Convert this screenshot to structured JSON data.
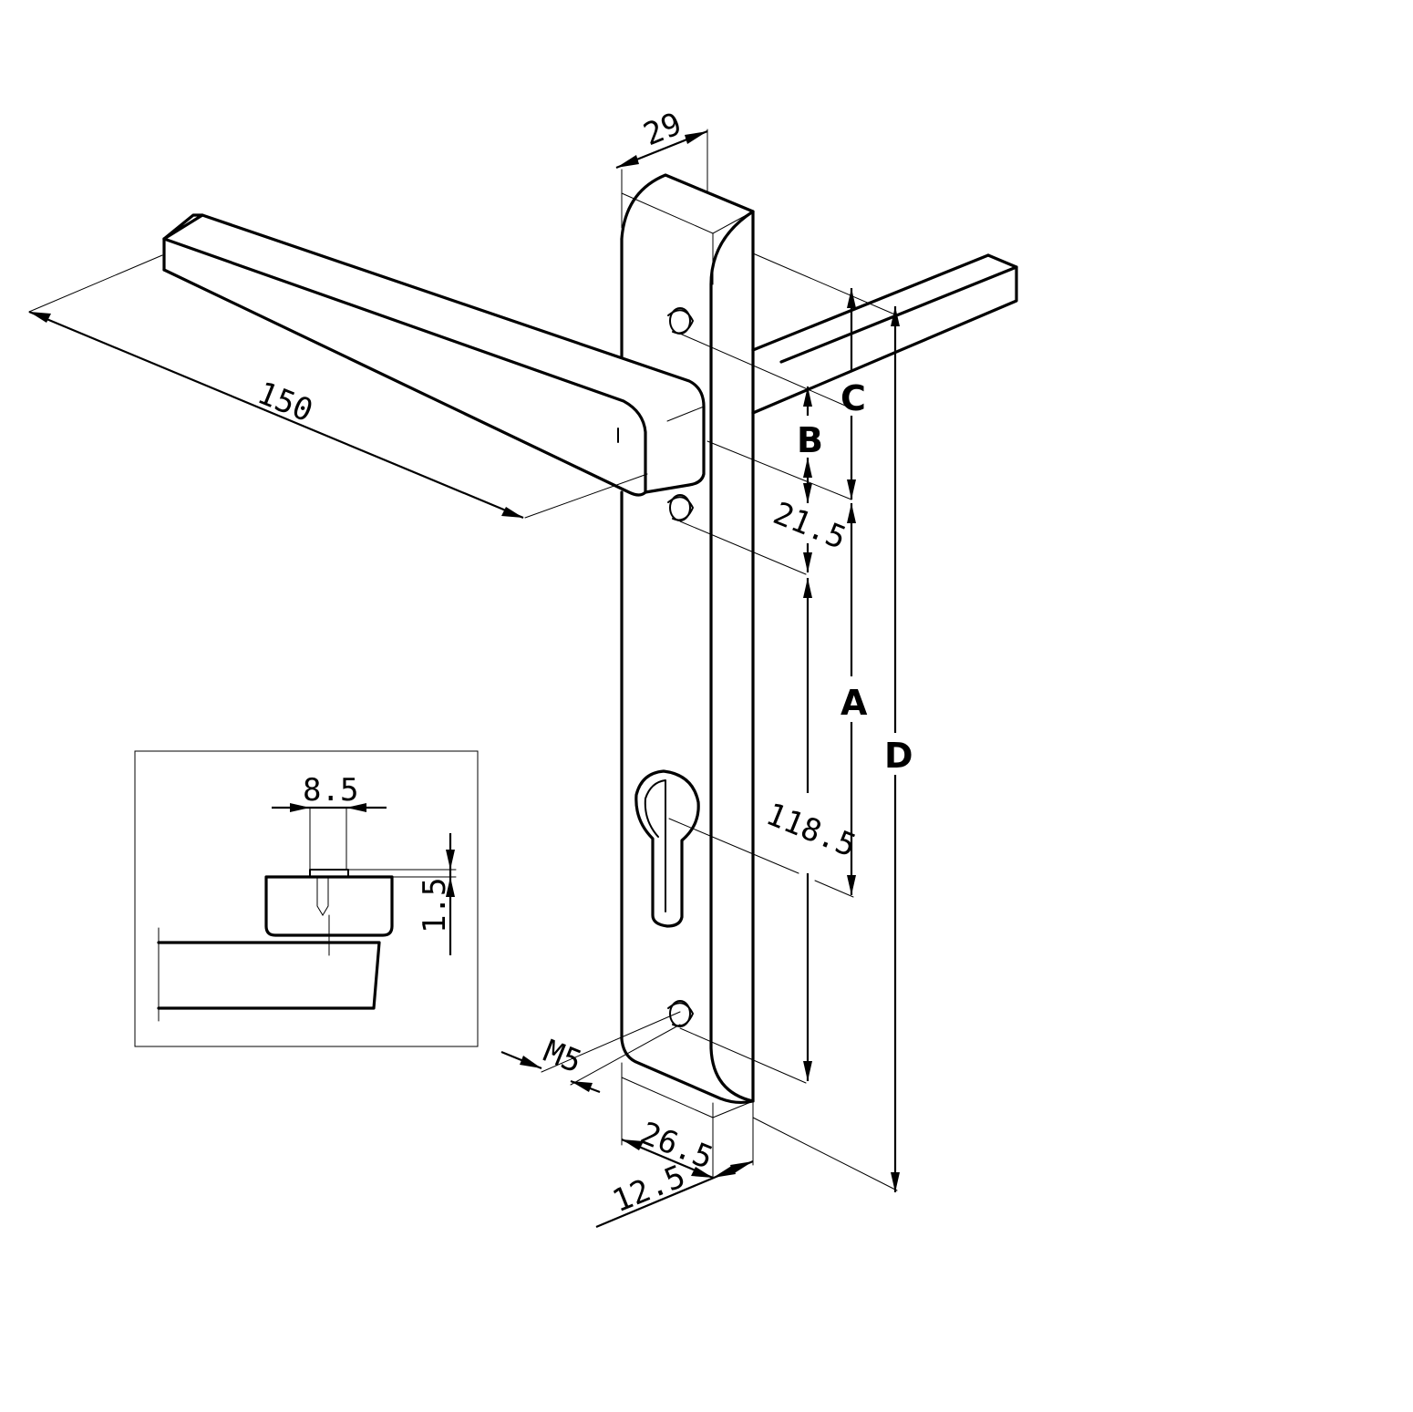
{
  "dimensions": {
    "plate_width": "29",
    "lever_length": "150",
    "hole_spacing": "21.5",
    "cylinder_distance": "118.5",
    "plate_depth": "26.5",
    "plate_thickness": "12.5",
    "screw": "M5",
    "label_a": "A",
    "label_b": "B",
    "label_c": "C",
    "label_d": "D"
  },
  "detail": {
    "width": "8.5",
    "height": "1.5"
  }
}
